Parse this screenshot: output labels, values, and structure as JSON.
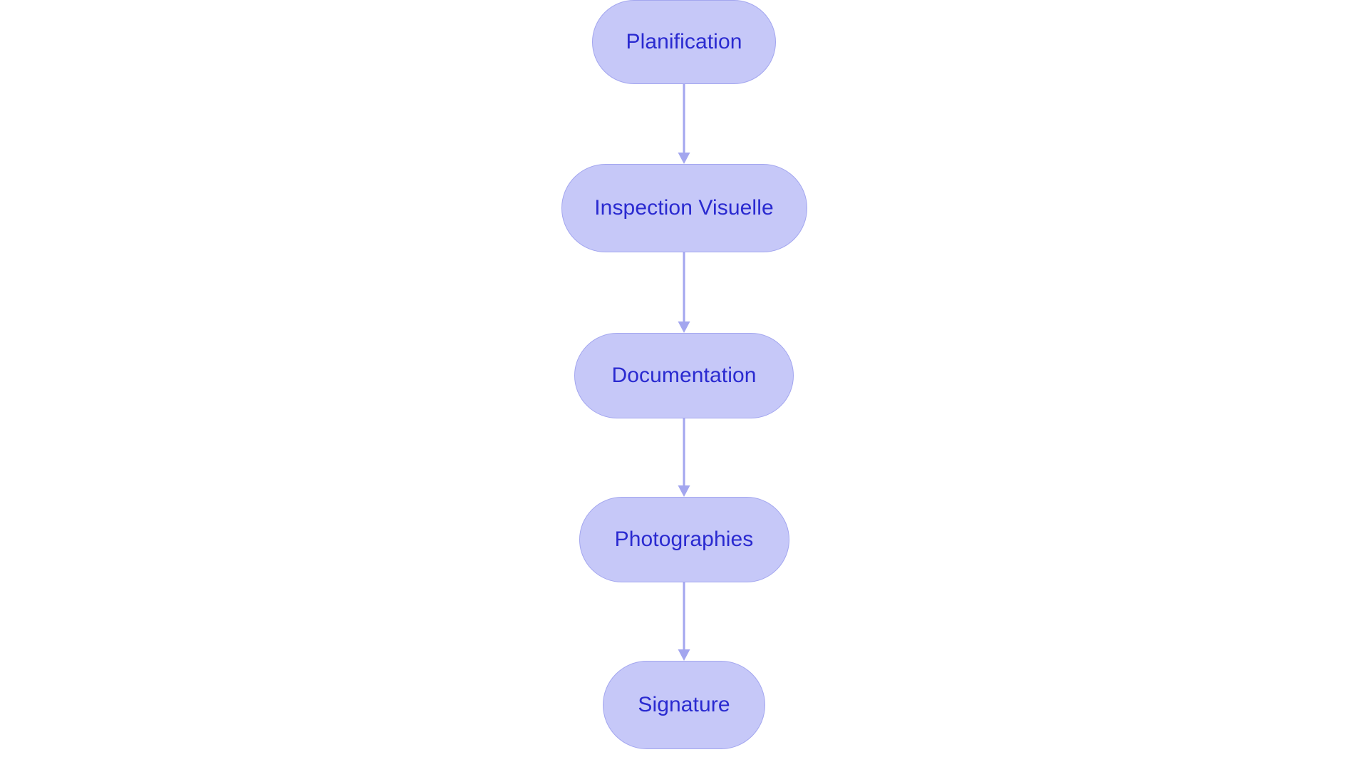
{
  "diagram": {
    "type": "flowchart",
    "orientation": "vertical-top-to-bottom",
    "background_color": "#ffffff",
    "node_fill_color": "#c6c8f8",
    "node_border_color": "#a3a6ef",
    "node_text_color": "#2a2ad0",
    "connector_color": "#a3a6ef",
    "node_shape": "stadium",
    "nodes": [
      {
        "id": "planification",
        "label": "Planification"
      },
      {
        "id": "inspection-visuelle",
        "label": "Inspection Visuelle"
      },
      {
        "id": "documentation",
        "label": "Documentation"
      },
      {
        "id": "photographies",
        "label": "Photographies"
      },
      {
        "id": "signature",
        "label": "Signature"
      }
    ],
    "edges": [
      {
        "from": "planification",
        "to": "inspection-visuelle",
        "arrow": "down-arrow-icon"
      },
      {
        "from": "inspection-visuelle",
        "to": "documentation",
        "arrow": "down-arrow-icon"
      },
      {
        "from": "documentation",
        "to": "photographies",
        "arrow": "down-arrow-icon"
      },
      {
        "from": "photographies",
        "to": "signature",
        "arrow": "down-arrow-icon"
      }
    ]
  }
}
